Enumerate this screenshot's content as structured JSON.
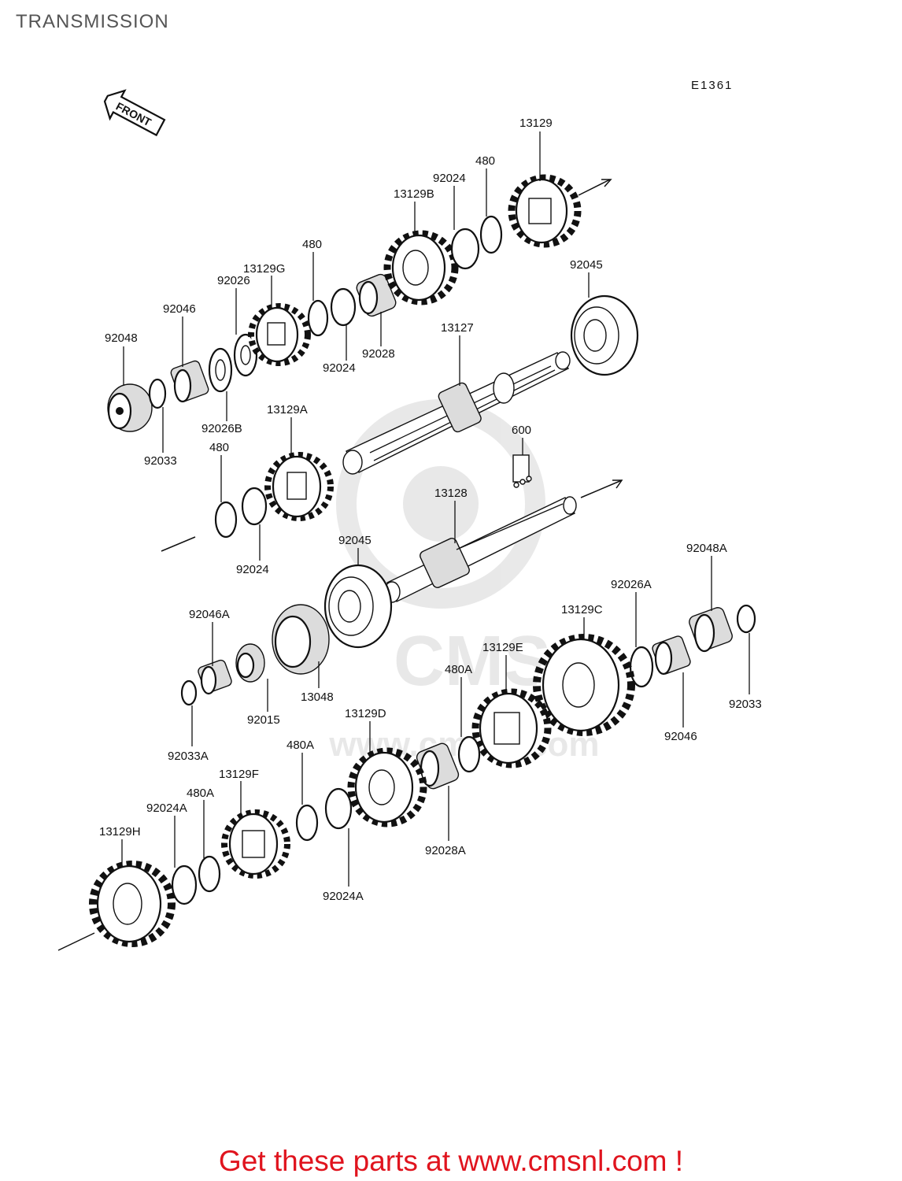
{
  "title": "TRANSMISSION",
  "figure_code": "E1361",
  "front_label": "FRONT",
  "footer_cta": "Get these parts at www.cmsnl.com !",
  "watermark": "www.cmsnl.com",
  "accent_color": "#e0141e",
  "parts": [
    "13129",
    "480",
    "92024",
    "13129B",
    "92045",
    "480",
    "13129G",
    "92026",
    "92046",
    "92048",
    "92028",
    "92024",
    "13127",
    "92026B",
    "92033",
    "13129A",
    "480",
    "600",
    "13128",
    "92045",
    "92024",
    "92048A",
    "92026A",
    "92046A",
    "13129C",
    "13129E",
    "480A",
    "13048",
    "92015",
    "92033",
    "92046",
    "13129D",
    "92033A",
    "480A",
    "13129F",
    "480A",
    "92024A",
    "13129H",
    "92028A",
    "92024A"
  ]
}
